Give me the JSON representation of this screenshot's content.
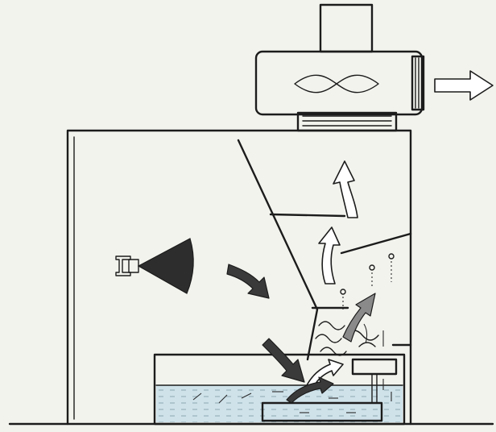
{
  "diagram": {
    "colors": {
      "background": "#f3f3ee",
      "ink": "#1c1c1c",
      "water": "#cfe2ea",
      "white": "#ffffff",
      "dark_arrow": "#3a3a3a",
      "gray_arrow": "#8a8a8a"
    },
    "components": [
      "exhaust-fan-housing",
      "exhaust-duct",
      "exhaust-outlet-arrow",
      "booth-cabinet",
      "baffle-plates",
      "spray-gun",
      "spray-cone",
      "water-tank",
      "water-pump-channel",
      "airflow-arrows",
      "water-droplets"
    ]
  }
}
